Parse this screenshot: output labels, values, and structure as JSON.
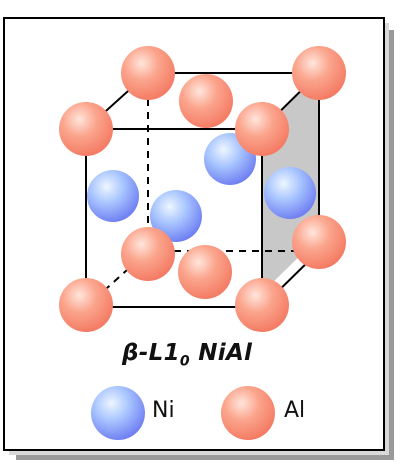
{
  "structure": {
    "name_prefix": "β-L1",
    "name_subscript": "0",
    "name_suffix": " NiAl"
  },
  "legend": [
    {
      "label": "Ni",
      "color": "#7a8cf5"
    },
    {
      "label": "Al",
      "color": "#f4806b"
    }
  ]
}
